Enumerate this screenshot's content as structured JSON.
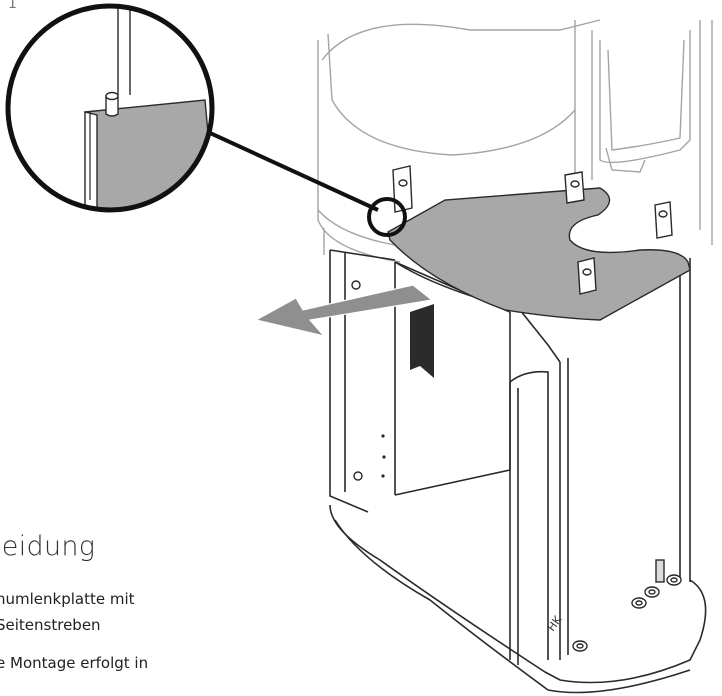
{
  "page_number": "1",
  "heading": "leidung",
  "body_lines": [
    "humlenkplatte mit",
    "Seitenstreben",
    "e Montage erfolgt in"
  ],
  "emboss_text": "HK",
  "colors": {
    "outline": "#2a2a2a",
    "faint_outline": "#9a9a9a",
    "plate_fill": "#a8a8a8",
    "arrow_fill": "#8f8f8f",
    "dark_block": "#2b2b2b"
  }
}
